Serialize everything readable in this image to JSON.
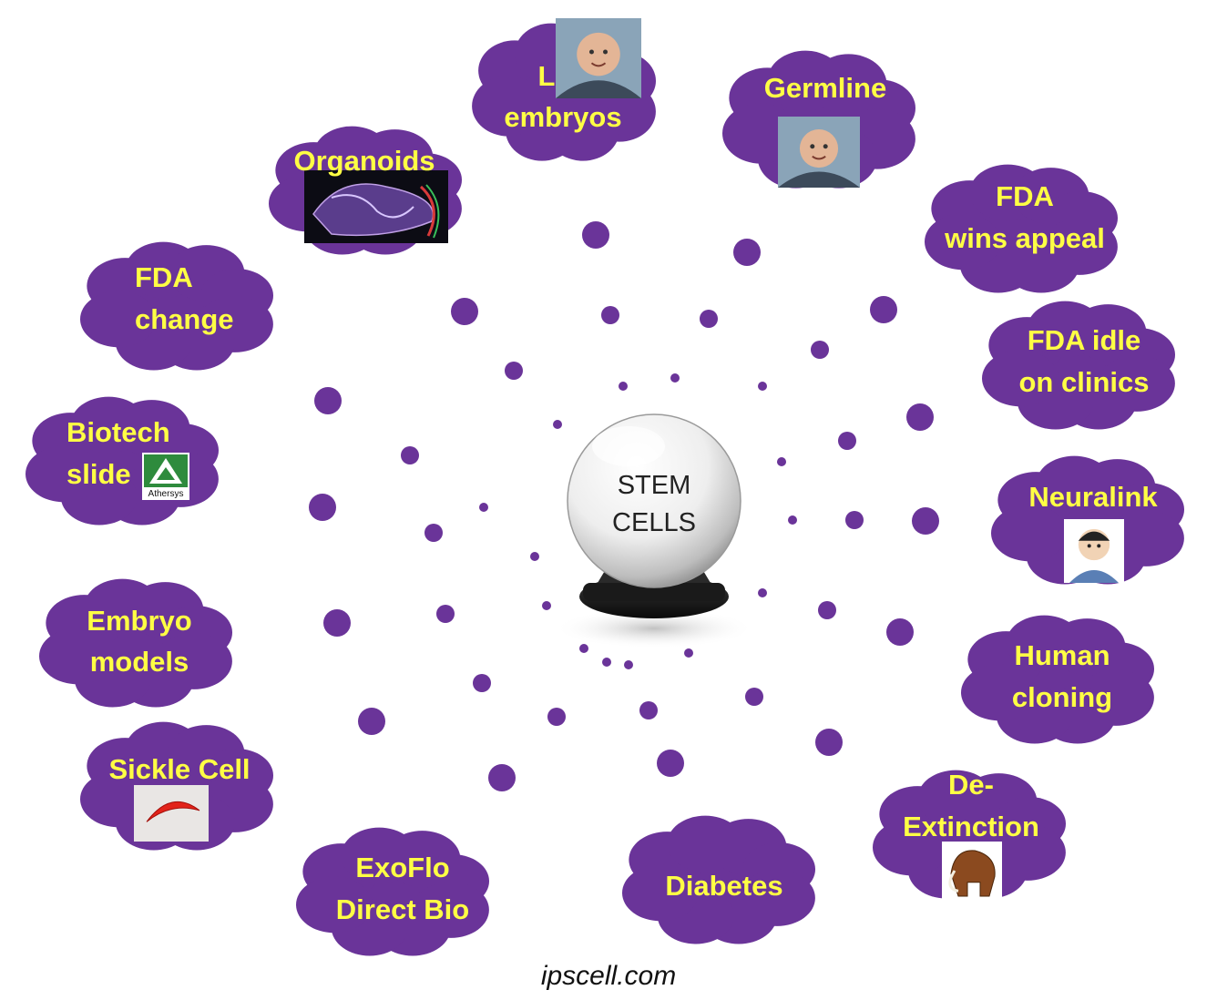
{
  "center": {
    "line1": "STEM",
    "line2": "CELLS"
  },
  "topics": [
    {
      "id": "lab-embryos",
      "lines": [
        "Lab",
        "embryos"
      ],
      "image": "man-photo"
    },
    {
      "id": "germline",
      "lines": [
        "Germline"
      ],
      "image": "man-photo"
    },
    {
      "id": "fda-wins-appeal",
      "lines": [
        "FDA",
        "wins appeal"
      ]
    },
    {
      "id": "fda-idle",
      "lines": [
        "FDA idle",
        "on clinics"
      ]
    },
    {
      "id": "neuralink",
      "lines": [
        "Neuralink"
      ],
      "image": "caricature-drawing"
    },
    {
      "id": "human-cloning",
      "lines": [
        "Human",
        "cloning"
      ]
    },
    {
      "id": "de-extinction",
      "lines": [
        "De-",
        "Extinction"
      ],
      "image": "mammoth-drawing"
    },
    {
      "id": "diabetes",
      "lines": [
        "Diabetes"
      ]
    },
    {
      "id": "exoflo",
      "lines": [
        "ExoFlo",
        "Direct Bio"
      ]
    },
    {
      "id": "sickle-cell",
      "lines": [
        "Sickle Cell"
      ],
      "image": "sickle-cell-illustration"
    },
    {
      "id": "embryo-models",
      "lines": [
        "Embryo",
        "models"
      ]
    },
    {
      "id": "biotech-slide",
      "lines": [
        "Biotech",
        "slide"
      ],
      "image": "athersys-logo"
    },
    {
      "id": "fda-change",
      "lines": [
        "FDA",
        "change"
      ]
    },
    {
      "id": "organoids",
      "lines": [
        "Organoids"
      ],
      "image": "organoid-micrograph"
    }
  ],
  "logo_text": {
    "athersys": "Athersys"
  },
  "footer": "ipscell.com",
  "colors": {
    "cloud": "#6a3499",
    "label": "#ffff44",
    "dots": "#6a3499",
    "background": "#ffffff"
  }
}
